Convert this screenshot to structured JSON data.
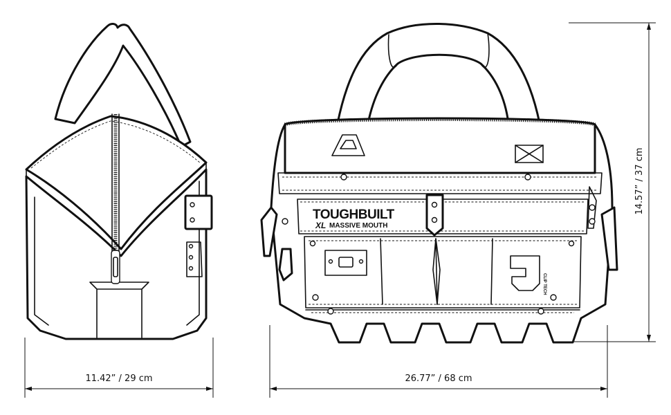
{
  "dimensions": {
    "depth": "11.42”  / 29 cm",
    "width": "26.77”  / 68 cm",
    "height": "14.57”  /  37 cm"
  },
  "brand": {
    "name": "TOUGHBUILT",
    "tier": "XL",
    "model": "MASSIVE MOUTH",
    "clip_tech": "CLIP TECH"
  },
  "icons": [
    "bag-side-view",
    "bag-front-view",
    "zipper-icon",
    "clip-tech-logo-icon"
  ]
}
